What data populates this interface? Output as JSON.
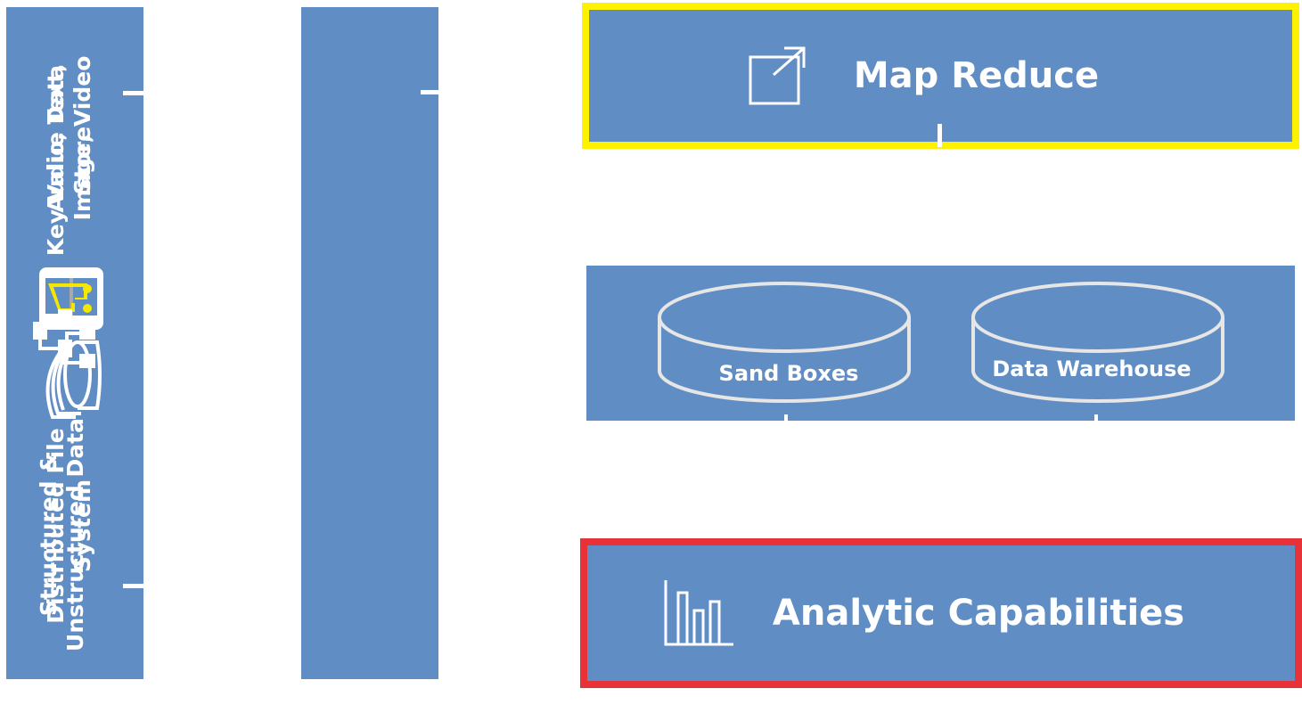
{
  "diagram": {
    "sources_column": {
      "label_top": [
        "Audio, Text,",
        "Image, Video"
      ],
      "label_bottom": [
        "Structured &",
        "Unstructured Data"
      ],
      "icons": [
        "media-player-icon",
        "database-stack-icon"
      ]
    },
    "storage_column": {
      "label_top": [
        "Key Value Data",
        "Store"
      ],
      "label_bottom": [
        "Distributed File",
        "System"
      ],
      "icons": [
        "hierarchy-tree-icon"
      ]
    },
    "map_reduce": {
      "label": "Map Reduce",
      "icon": "external-link-icon",
      "highlight_color": "#fff200"
    },
    "data_stores": {
      "items": [
        {
          "label": "Sand Boxes",
          "icon": "cylinder-icon"
        },
        {
          "label": "Data Warehouse",
          "icon": "cylinder-icon"
        }
      ]
    },
    "analytics": {
      "label": "Analytic Capabilities",
      "icon": "bar-chart-icon",
      "highlight_color": "#e8323a"
    },
    "colors": {
      "box_fill": "#5f8dc4",
      "text": "#ffffff",
      "media_accent": "#f5e800"
    }
  }
}
